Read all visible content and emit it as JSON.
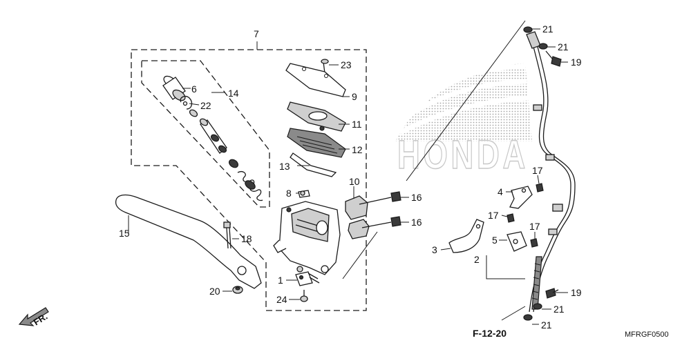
{
  "diagram": {
    "watermark": "HONDA",
    "diagram_code": "MFRGF0500",
    "reference_label": "F-12-20",
    "direction_label": "FR.",
    "callouts": {
      "c1": "1",
      "c2": "2",
      "c3": "3",
      "c4": "4",
      "c5": "5",
      "c6": "6",
      "c7": "7",
      "c8": "8",
      "c9": "9",
      "c10": "10",
      "c11": "11",
      "c12": "12",
      "c13": "13",
      "c14": "14",
      "c15": "15",
      "c16a": "16",
      "c16b": "16",
      "c17a": "17",
      "c17b": "17",
      "c17c": "17",
      "c18": "18",
      "c19a": "19",
      "c19b": "19",
      "c20": "20",
      "c21a": "21",
      "c21b": "21",
      "c21c": "21",
      "c21d": "21",
      "c22": "22",
      "c23": "23",
      "c24": "24"
    }
  }
}
